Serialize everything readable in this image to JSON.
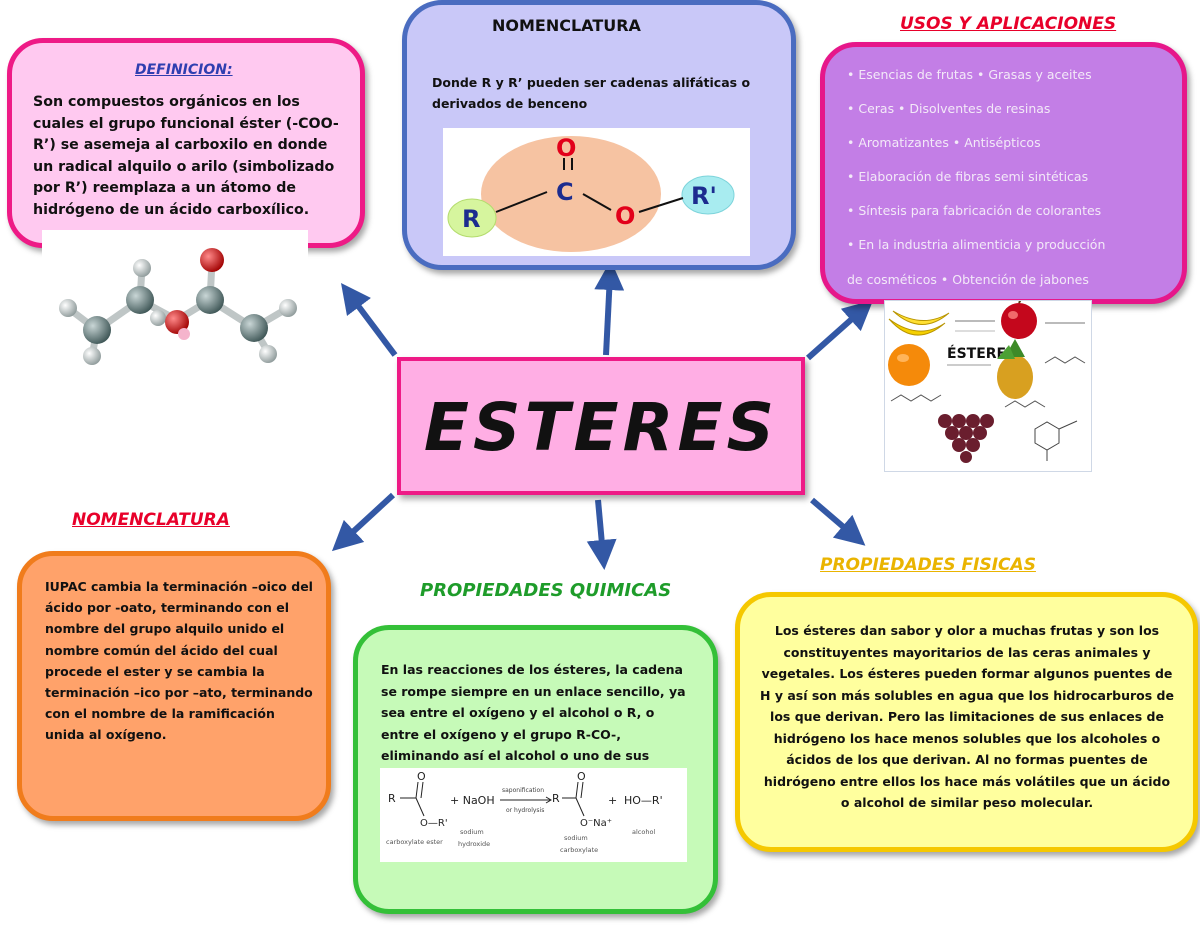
{
  "center": {
    "title": "ESTERES"
  },
  "definicion": {
    "heading": "DEFINICION:",
    "text": "Son compuestos orgánicos en los cuales el grupo funcional éster (-COO-R’) se asemeja al carboxilo en donde un radical alquilo o arilo (simbolizado por R’) reemplaza a un átomo de hidrógeno de un ácido carboxílico."
  },
  "nomenclatura_top": {
    "heading": "NOMENCLATURA",
    "text": "Donde R y R’ pueden ser cadenas alifáticas o derivados de benceno",
    "diagram": {
      "o_top": "O",
      "c": "C",
      "o_mid": "O",
      "r": "R",
      "r_prime": "R'"
    }
  },
  "usos": {
    "heading": "USOS Y APLICACIONES",
    "lines": [
      "• Esencias de frutas • Grasas y aceites",
      "• Ceras • Disolventes de resinas",
      "• Aromatizantes • Antisépticos",
      "• Elaboración de fibras semi sintéticas",
      "• Síntesis para fabricación de colorantes",
      "• En la industria alimenticia y producción",
      "de cosméticos • Obtención de jabones"
    ],
    "image_title": "ÉSTERES"
  },
  "nomenclatura_bottom": {
    "heading": "NOMENCLATURA",
    "text": "IUPAC cambia la terminación –oico del ácido por -oato, terminando con el nombre del grupo alquilo unido el nombre común del ácido del cual procede el ester y se cambia la terminación –ico por –ato, terminando con el nombre de la ramificación unida al oxígeno."
  },
  "quimicas": {
    "heading": "PROPIEDADES QUIMICAS",
    "text": "En las reacciones de los ésteres, la cadena se rompe siempre en un enlace sencillo, ya sea entre el oxígeno y el alcohol o R, o entre el oxígeno y el grupo R-CO-, eliminando así el alcohol o uno de sus derivados.",
    "reaction": {
      "plus1": "+ NaOH",
      "arrow_top": "saponification",
      "arrow_bottom": "or hydrolysis",
      "plus2": "+",
      "alcohol": "HO—R'",
      "label1": "carboxylate ester",
      "label2a": "sodium",
      "label2b": "hydroxide",
      "label3a": "sodium",
      "label3b": "carboxylate",
      "label4": "alcohol",
      "r": "R",
      "o": "O",
      "o_rprime": "O—R'",
      "o_na": "O⁻Na⁺"
    }
  },
  "fisicas": {
    "heading": "PROPIEDADES FISICAS",
    "text": "Los ésteres dan sabor y olor a muchas frutas y son los constituyentes mayoritarios de las ceras animales y vegetales. Los ésteres pueden formar algunos puentes de H y así son más solubles en agua que los hidrocarburos de los que derivan. Pero las limitaciones de sus enlaces de hidrógeno los hace menos solubles que los alcoholes o ácidos de los que derivan. Al no formas puentes de hidrógeno entre ellos los hace más volátiles que un ácido o alcohol de similar peso molecular."
  },
  "colors": {
    "pink_border": "#ee1a86",
    "pink_fill": "#ffc9f0",
    "blue_border": "#4a6cc0",
    "lavender_fill": "#c9c8f8",
    "purple_border": "#e6178a",
    "purple_fill": "#c37ee6",
    "orange_border": "#f07c1c",
    "orange_fill": "#ffa26a",
    "green_border": "#34c038",
    "green_fill": "#c6fab8",
    "yellow_border": "#f5c800",
    "yellow_fill": "#ffff9e",
    "arrow": "#3358a5",
    "red_heading": "#e8002a",
    "green_heading": "#1e9c2a",
    "gold_heading": "#eab400"
  }
}
